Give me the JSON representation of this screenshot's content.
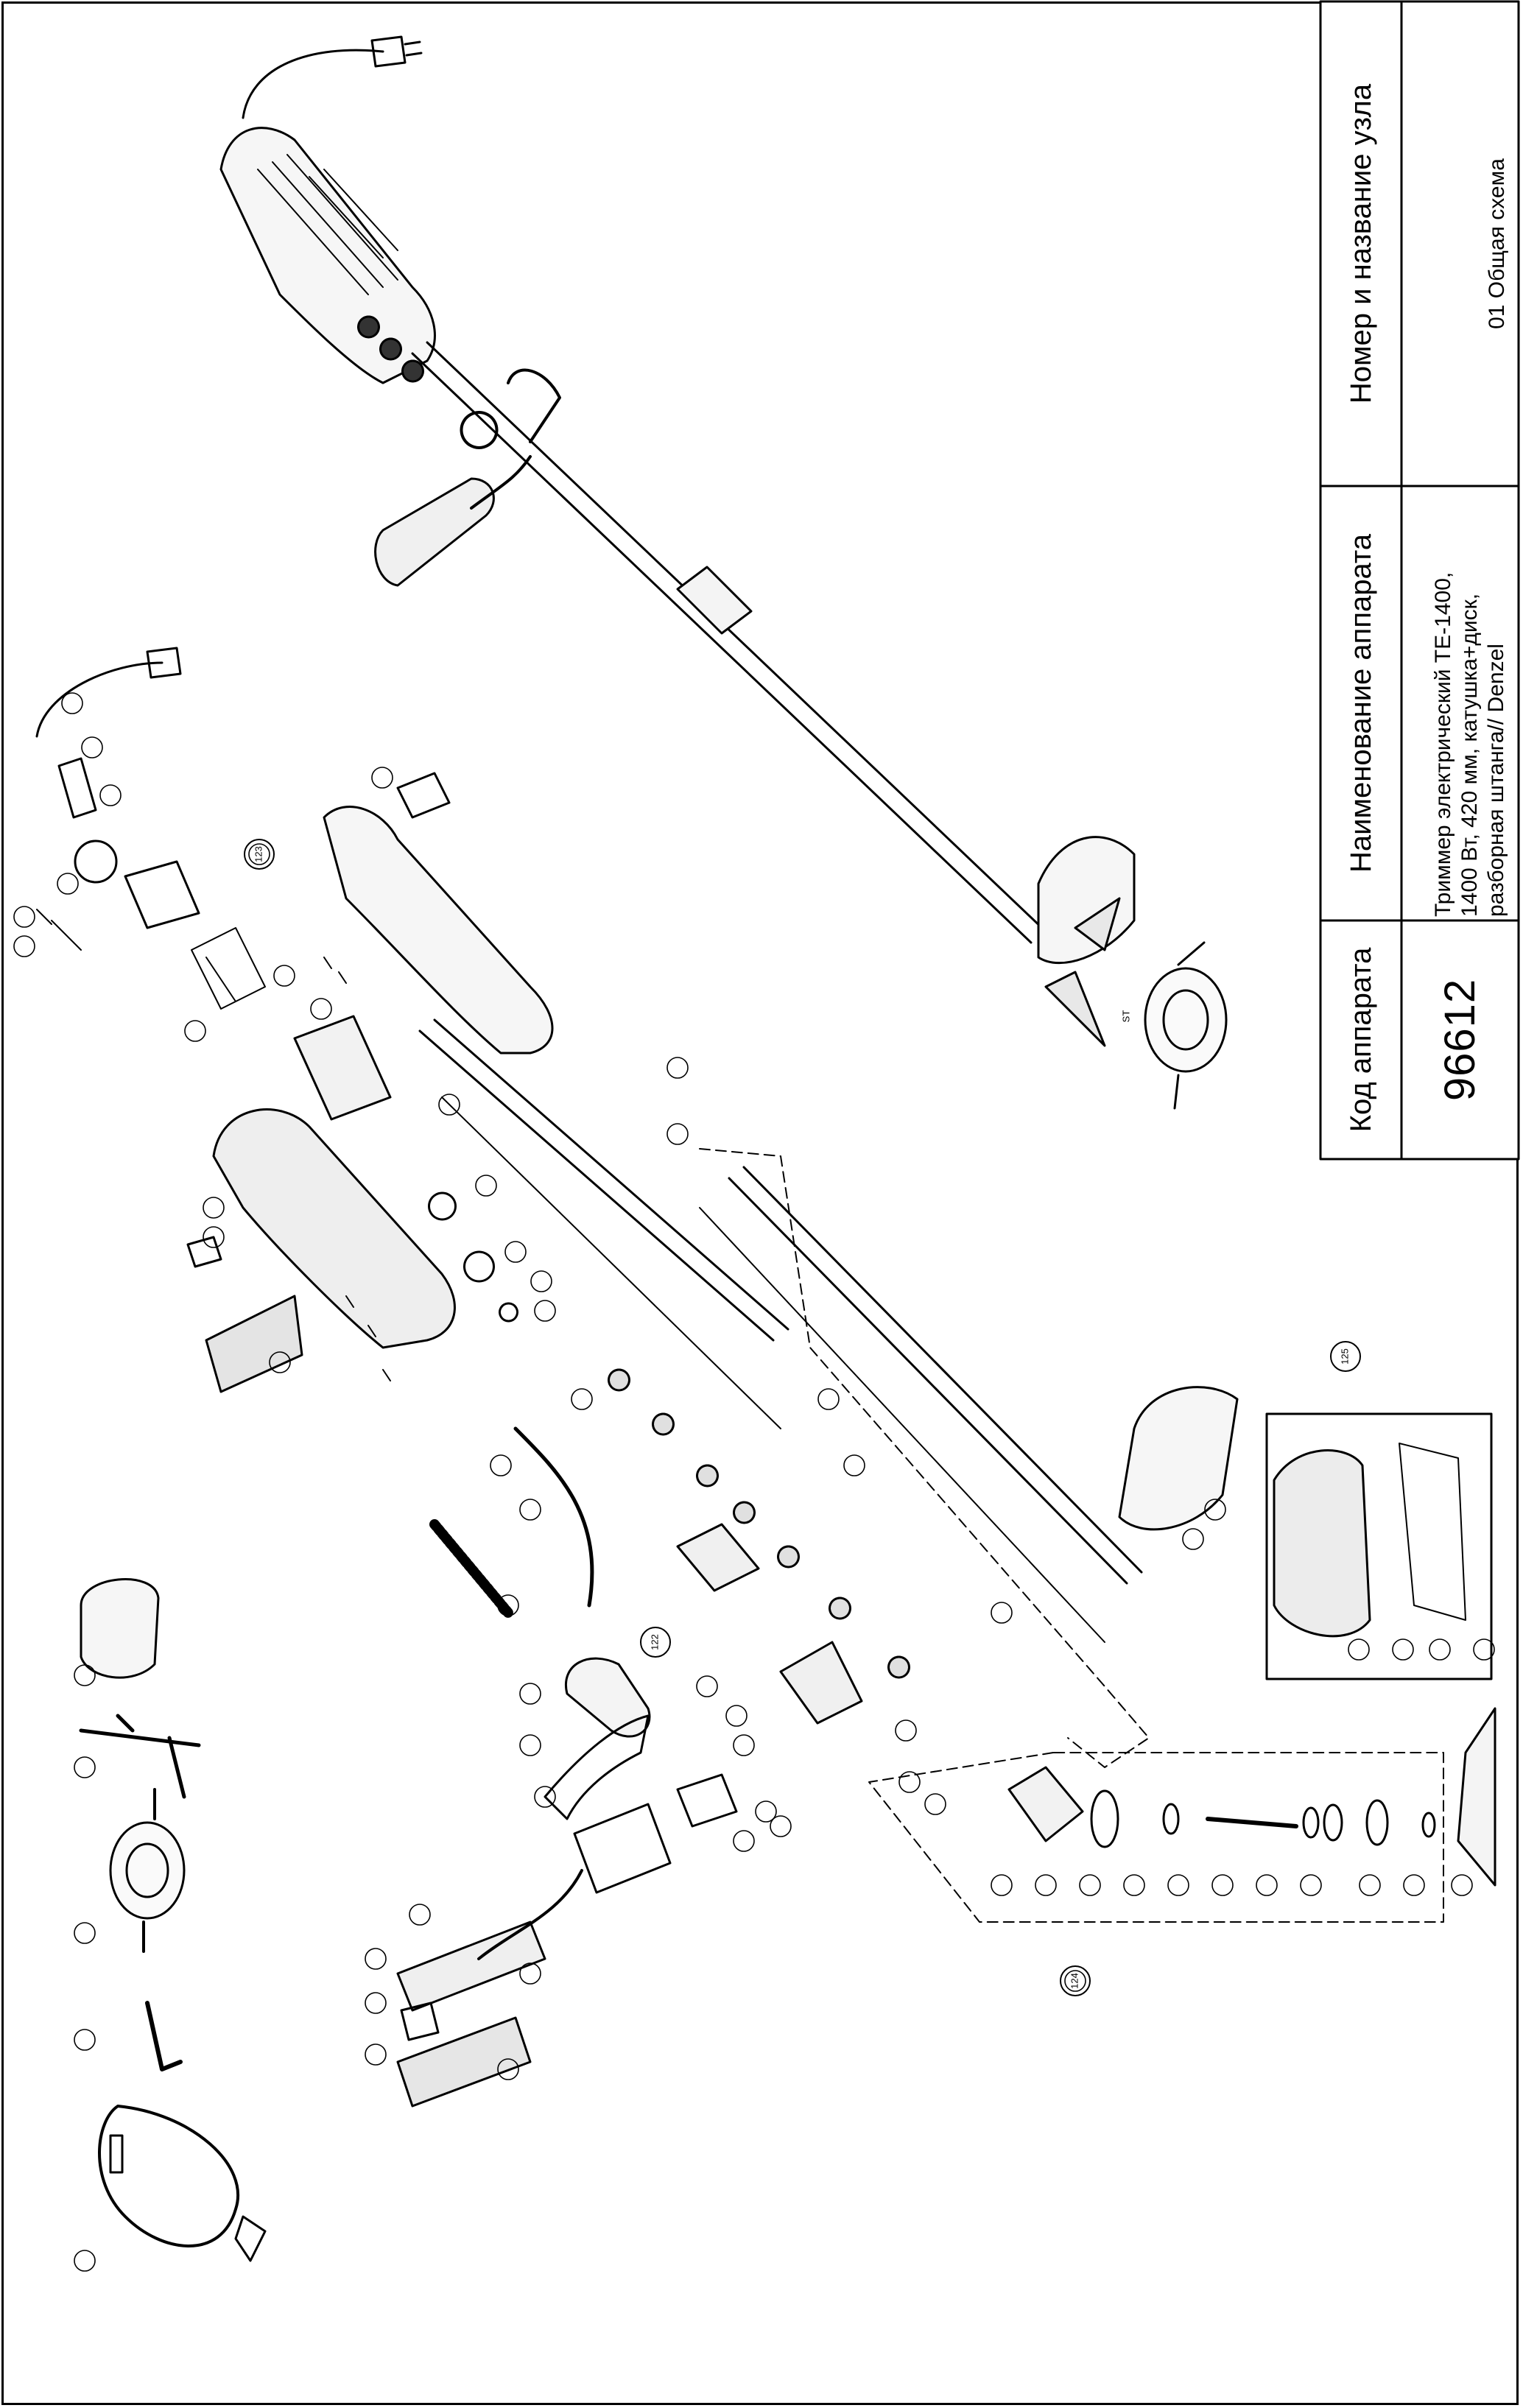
{
  "title_block": {
    "code_header": "Код аппарата",
    "code_value": "96612",
    "name_header": "Наименование аппарата",
    "name_value": "Триммер электрический TE-1400,\n1400 Вт, 420 мм, катушка+диск,\nразборная штанга// Denzel",
    "unit_header": "Номер и название узла",
    "unit_value": "01 Общая схема"
  },
  "callouts": [
    "123",
    "125",
    "122",
    "124",
    "ST"
  ]
}
